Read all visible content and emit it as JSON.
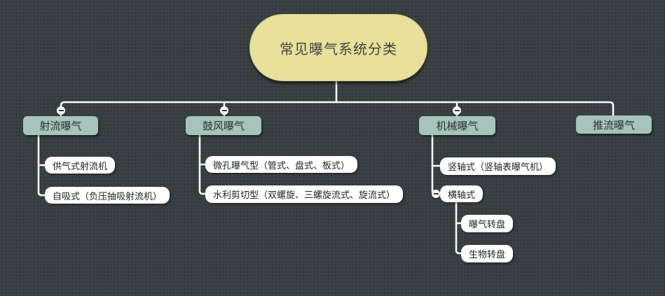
{
  "diagram": {
    "type": "mindmap-tree",
    "root": {
      "label": "常见曝气系统分类"
    },
    "branches": [
      {
        "label": "射流曝气",
        "collapsed": false,
        "children": [
          {
            "label": "供气式射流机"
          },
          {
            "label": "自吸式（负压抽吸射流机）"
          }
        ]
      },
      {
        "label": "鼓风曝气",
        "collapsed": false,
        "children": [
          {
            "label": "微孔曝气型（管式、盘式、板式）"
          },
          {
            "label": "水利剪切型（双螺旋、三螺旋流式、旋流式）"
          }
        ]
      },
      {
        "label": "机械曝气",
        "collapsed": false,
        "children": [
          {
            "label": "竖轴式（竖轴表曝气机）"
          },
          {
            "label": "横轴式",
            "collapsed": false,
            "children": [
              {
                "label": "曝气转盘"
              },
              {
                "label": "生物转盘"
              }
            ]
          }
        ]
      },
      {
        "label": "推流曝气",
        "children": []
      }
    ],
    "colors": {
      "background": "#3a4144",
      "background_dot": "#2f3539",
      "root_fill": "#e8e09b",
      "branch_fill": "#a6c4ba",
      "child_fill": "#ffffff",
      "connector": "#fafafa",
      "text_dark": "#2c3234"
    },
    "icons": {
      "collapse_toggle": "minus-in-circle"
    }
  }
}
